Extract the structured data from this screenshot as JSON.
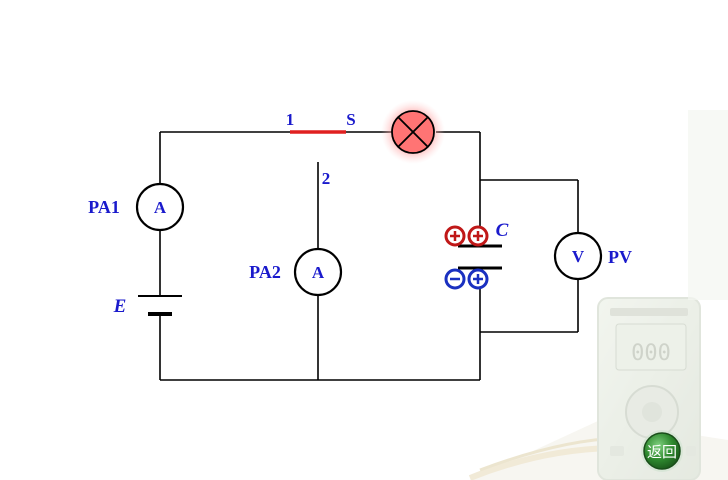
{
  "labels": {
    "switch_pos1": "1",
    "switch_pos2": "2",
    "switch_name": "S",
    "ammeter1": "PA1",
    "ammeter2": "PA2",
    "voltmeter": "PV",
    "battery": "E",
    "capacitor": "C"
  },
  "meters": {
    "ammeter_letter": "A",
    "voltmeter_letter": "V"
  },
  "multimeter_display": "000",
  "back_button": {
    "label": "返回"
  },
  "colors": {
    "wire": "#000000",
    "switch_blade": "#e02020",
    "label": "#1a1acc",
    "plus_charge": "#c01818",
    "minus_charge": "#1a30c0",
    "back_button": "#2f8a2f"
  }
}
